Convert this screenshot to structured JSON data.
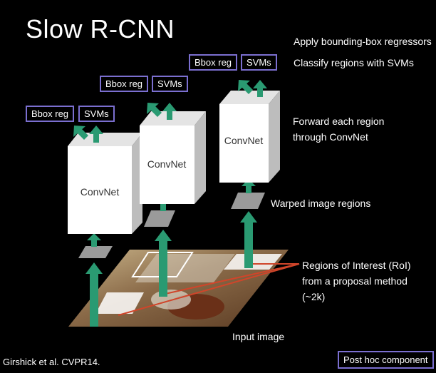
{
  "title": "Slow R-CNN",
  "notes": {
    "apply_bbox": "Apply bounding-box regressors",
    "classify": "Classify regions with SVMs",
    "forward_line1": "Forward each region",
    "forward_line2": "through ConvNet",
    "warped": "Warped image regions",
    "roi_line1": "Regions of Interest (RoI)",
    "roi_line2": "from a proposal method",
    "roi_line3": "(~2k)",
    "input": "Input image"
  },
  "columns": [
    {
      "bbox": "Bbox reg",
      "svms": "SVMs",
      "convnet": "ConvNet"
    },
    {
      "bbox": "Bbox reg",
      "svms": "SVMs",
      "convnet": "ConvNet"
    },
    {
      "bbox": "Bbox reg",
      "svms": "SVMs",
      "convnet": "ConvNet"
    }
  ],
  "footer": {
    "citation": "Girshick et al. CVPR14.",
    "legend": "Post hoc component"
  },
  "colors": {
    "arrow": "#2a9a72",
    "box_border": "#7b6fd0",
    "roi_line": "#d0452a",
    "cube_front": "#ffffff",
    "cube_side": "#c8c8c8"
  }
}
